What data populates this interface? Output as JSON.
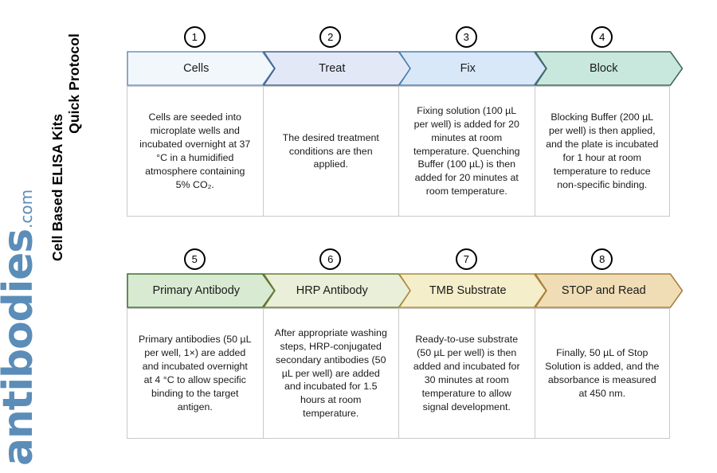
{
  "title_lines": [
    "Cell Based ELISA Kits",
    "Quick Protocol"
  ],
  "brand": {
    "main": "antibodies",
    "tld": ".com",
    "color": "#5b8db8"
  },
  "rows": [
    {
      "id": "row-1",
      "steps": [
        {
          "number": "1",
          "label": "Cells",
          "fill": "#f2f7fc",
          "stroke": "#6d92bb",
          "description": "Cells are seeded into microplate wells and incubated overnight at 37 °C in a humidified atmosphere containing 5% CO₂."
        },
        {
          "number": "2",
          "label": "Treat",
          "fill": "#e3e8f7",
          "stroke": "#41618f",
          "description": "The desired treatment conditions are then applied."
        },
        {
          "number": "3",
          "label": "Fix",
          "fill": "#d9e8f8",
          "stroke": "#4a7fb0",
          "description": "Fixing solution (100 µL per well) is added for 20 minutes at room temperature. Quenching Buffer (100 µL) is then added for 20 minutes at room temperature."
        },
        {
          "number": "4",
          "label": "Block",
          "fill": "#c9e8dd",
          "stroke": "#43665c",
          "description": "Blocking Buffer (200 µL per well) is then applied, and the plate is incubated for 1 hour at room temperature to reduce non-specific binding."
        }
      ]
    },
    {
      "id": "row-2",
      "steps": [
        {
          "number": "5",
          "label": "Primary Antibody",
          "fill": "#d9ead3",
          "stroke": "#3f7030",
          "description": "Primary antibodies (50 µL per well, 1×) are added and incubated overnight at 4 °C to allow specific binding to the target antigen."
        },
        {
          "number": "6",
          "label": "HRP Antibody",
          "fill": "#e9efd8",
          "stroke": "#6f7c33",
          "description": "After appropriate washing steps, HRP-conjugated secondary antibodies (50 µL per well) are added and incubated for 1.5 hours at room temperature."
        },
        {
          "number": "7",
          "label": "TMB Substrate",
          "fill": "#f5eeca",
          "stroke": "#a98b3c",
          "description": "Ready-to-use substrate (50 µL per well) is then added and incubated for 30 minutes at room temperature to allow signal development."
        },
        {
          "number": "8",
          "label": "STOP and Read",
          "fill": "#f0ddb6",
          "stroke": "#a6803c",
          "description": "Finally, 50 µL of Stop Solution is added, and the absorbance is measured at 450 nm."
        }
      ]
    }
  ]
}
